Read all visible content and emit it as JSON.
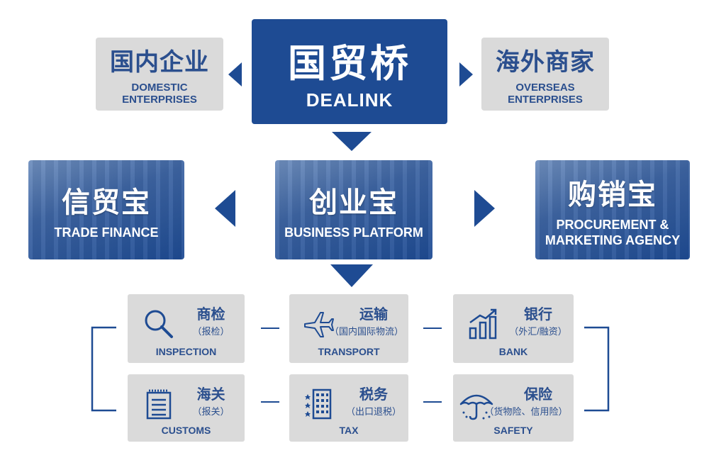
{
  "top": {
    "domestic": {
      "cn": "国内企业",
      "en_line1": "DOMESTIC",
      "en_line2": "ENTERPRISES"
    },
    "hub": {
      "cn": "国贸桥",
      "en": "DEALINK"
    },
    "overseas": {
      "cn": "海外商家",
      "en_line1": "OVERSEAS",
      "en_line2": "ENTERPRISES"
    }
  },
  "middle": {
    "trade_finance": {
      "cn": "信贸宝",
      "en": "TRADE FINANCE"
    },
    "business_platform": {
      "cn": "创业宝",
      "en": "BUSINESS PLATFORM"
    },
    "procurement": {
      "cn": "购销宝",
      "en_line1": "PROCUREMENT &",
      "en_line2": "MARKETING AGENCY"
    }
  },
  "services": {
    "inspection": {
      "cn": "商检",
      "sub": "（报检）",
      "en": "INSPECTION",
      "icon": "magnifier-icon"
    },
    "transport": {
      "cn": "运输",
      "sub": "（国内国际物流）",
      "en": "TRANSPORT",
      "icon": "airplane-icon"
    },
    "bank": {
      "cn": "银行",
      "sub": "（外汇/融资）",
      "en": "BANK",
      "icon": "bar-chart-icon"
    },
    "customs": {
      "cn": "海关",
      "sub": "（报关）",
      "en": "CUSTOMS",
      "icon": "document-icon"
    },
    "tax": {
      "cn": "税务",
      "sub": "（出口退税）",
      "en": "TAX",
      "icon": "building-icon"
    },
    "safety": {
      "cn": "保险",
      "sub": "（货物险、信用险）",
      "en": "SAFETY",
      "icon": "umbrella-icon"
    }
  },
  "colors": {
    "primary": "#1e4b93",
    "gray": "#dadada",
    "text_blue": "#2b4f8e"
  }
}
